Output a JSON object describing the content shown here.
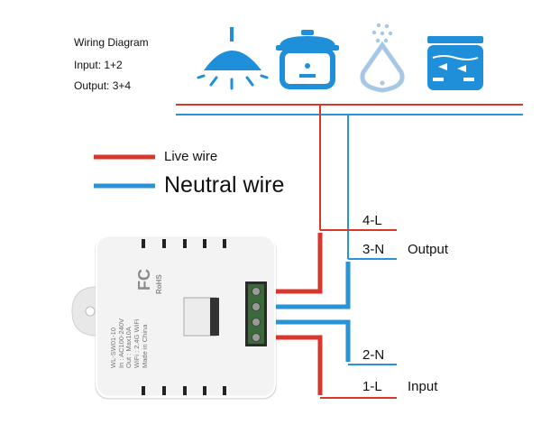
{
  "info": {
    "title": "Wiring Diagram",
    "input": "Input: 1+2",
    "output": "Output: 3+4"
  },
  "legend": {
    "live_label": "Live wire",
    "neutral_label": "Neutral wire"
  },
  "colors": {
    "live": "#d8382c",
    "neutral": "#2a92d6",
    "appliance": "#1e8fd8"
  },
  "appliances": [
    "ceiling-lamp-icon",
    "rice-cooker-icon",
    "humidifier-icon",
    "aquarium-icon"
  ],
  "terminals": {
    "t4": "4-L",
    "t3": "3-N",
    "t2": "2-N",
    "t1": "1-L",
    "output_label": "Output",
    "input_label": "Input"
  },
  "device": {
    "model": "WL-SW01-10",
    "in": "In : AC100-240V",
    "out": "Out : Max10A",
    "wifi": "WiFi : 2.4G WiFi",
    "made": "Made in China",
    "fcc": "FC",
    "rohs": "RoHS"
  }
}
